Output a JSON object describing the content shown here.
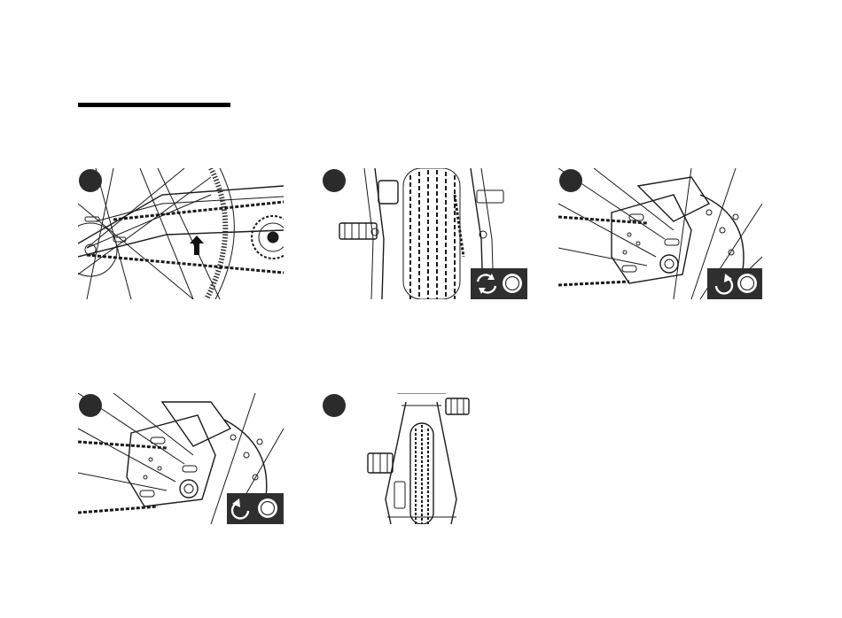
{
  "document": {
    "section_title": "",
    "colors": {
      "ink": "#1a1a1a",
      "badge": "#2b2b2b",
      "paper": "#ffffff"
    }
  },
  "steps": [
    {
      "id": 1,
      "scene": "chainstay-chain-lift",
      "icons": [
        "up-arrow-icon"
      ]
    },
    {
      "id": 2,
      "scene": "rear-wheel-front-view",
      "icons": [
        "rotate-both-icon",
        "bolt-head-icon"
      ]
    },
    {
      "id": 3,
      "scene": "rear-dropout-brake",
      "icons": [
        "rotate-clockwise-icon",
        "bolt-head-icon"
      ]
    },
    {
      "id": 4,
      "scene": "rear-dropout-brake",
      "icons": [
        "rotate-counterclockwise-icon",
        "bolt-head-icon"
      ]
    },
    {
      "id": 5,
      "scene": "bike-rear-view",
      "icons": []
    }
  ]
}
